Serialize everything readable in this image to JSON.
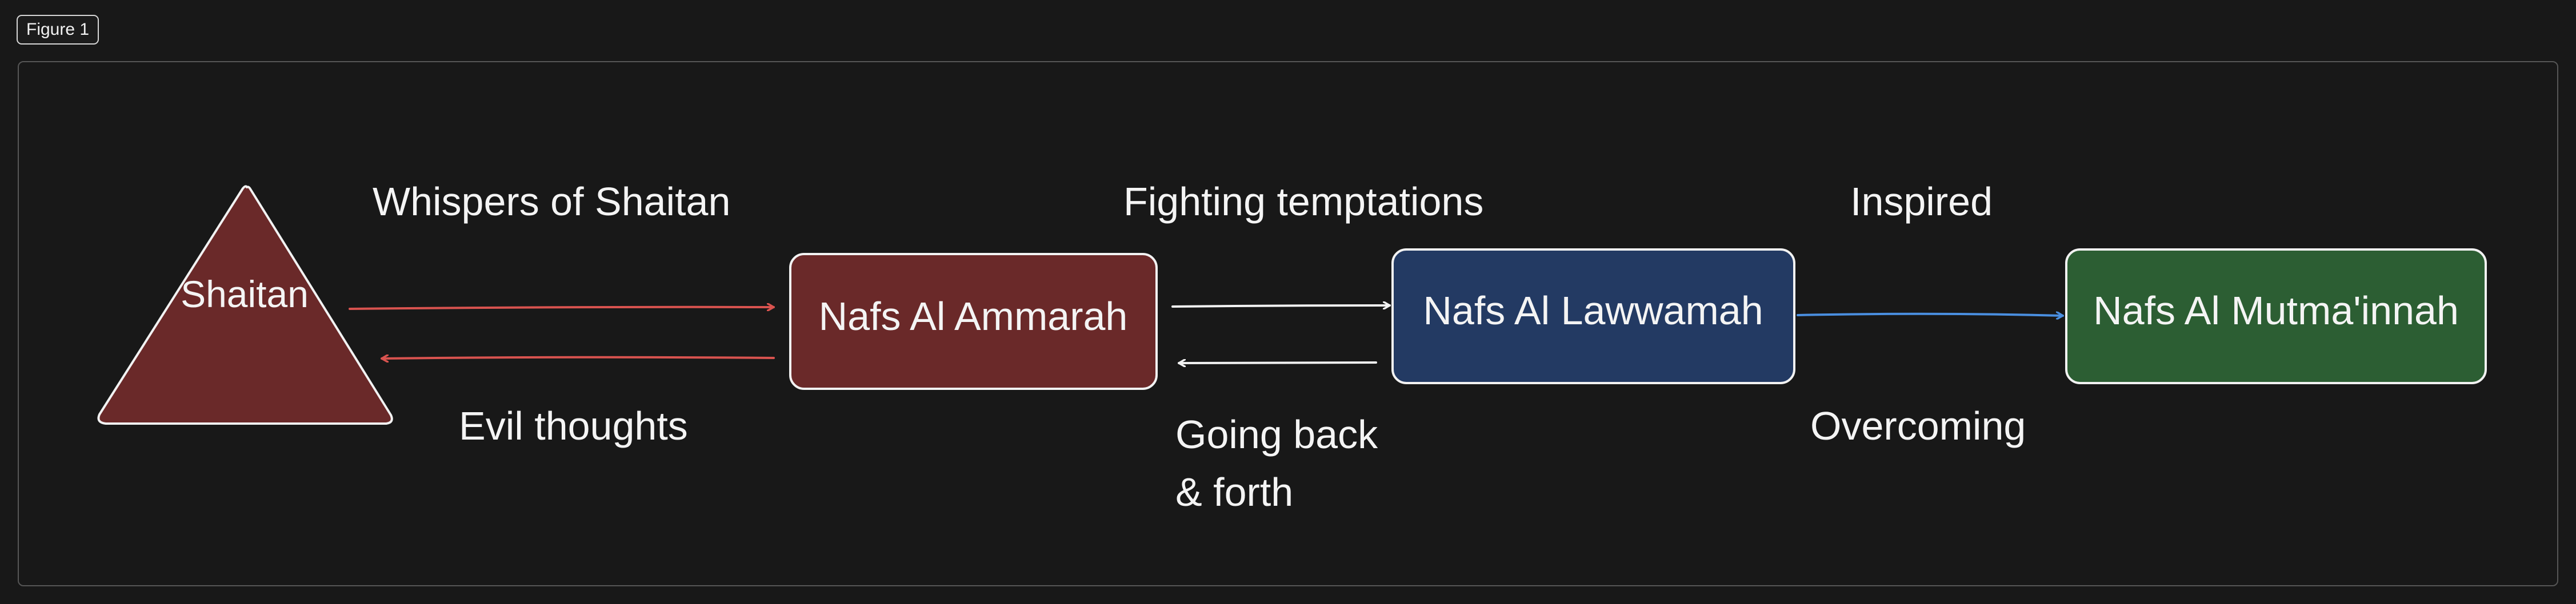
{
  "figure_label": "Figure 1",
  "nodes": {
    "shaitan": {
      "label": "Shaitan",
      "fill": "#6a2929"
    },
    "ammarah": {
      "label": "Nafs Al Ammarah",
      "fill": "#6a2929"
    },
    "lawwamah": {
      "label": "Nafs Al Lawwamah",
      "fill": "#233a63"
    },
    "mutmainnah": {
      "label": "Nafs Al Mutma'innah",
      "fill": "#2c5e33"
    }
  },
  "edges": {
    "whispers": {
      "label": "Whispers of Shaitan",
      "color": "#d9534f"
    },
    "evil": {
      "label": "Evil thoughts",
      "color": "#d9534f"
    },
    "fighting": {
      "label": "Fighting temptations",
      "color": "#f2f2f2"
    },
    "going_back_line1": "Going back",
    "going_back_line2": "& forth",
    "going_back_color": "#f2f2f2",
    "inspired": {
      "label": "Inspired",
      "color": "#4a8fe0"
    },
    "overcoming": "Overcoming"
  },
  "colors": {
    "background": "#181818",
    "stroke": "#f2f2f2"
  }
}
